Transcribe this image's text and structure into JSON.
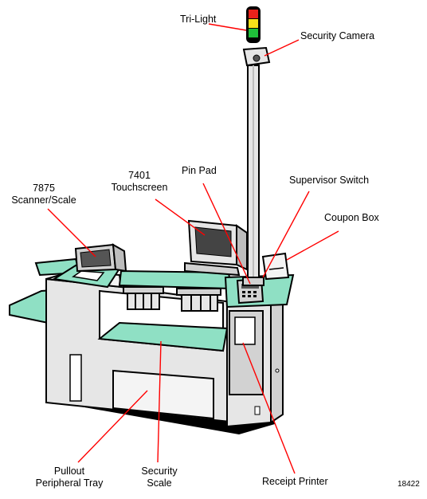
{
  "figure_number": "18422",
  "labels": {
    "tri_light": "Tri-Light",
    "security_camera": "Security Camera",
    "scanner_scale_line1": "7875",
    "scanner_scale_line2": "Scanner/Scale",
    "touchscreen_line1": "7401",
    "touchscreen_line2": "Touchscreen",
    "pin_pad": "Pin Pad",
    "supervisor_switch": "Supervisor Switch",
    "coupon_box": "Coupon Box",
    "pullout_tray_line1": "Pullout",
    "pullout_tray_line2": "Peripheral Tray",
    "security_scale_line1": "Security",
    "security_scale_line2": "Scale",
    "receipt_printer": "Receipt Printer"
  },
  "colors": {
    "counter_green": "#8fe0c4",
    "cabinet_gray": "#e6e6e6",
    "panel_gray": "#d2d2d2",
    "outline": "#000000",
    "callout": "#ff0000",
    "light_red": "#e8221b",
    "light_yellow": "#f5e11a",
    "light_green": "#1fbf3a"
  }
}
